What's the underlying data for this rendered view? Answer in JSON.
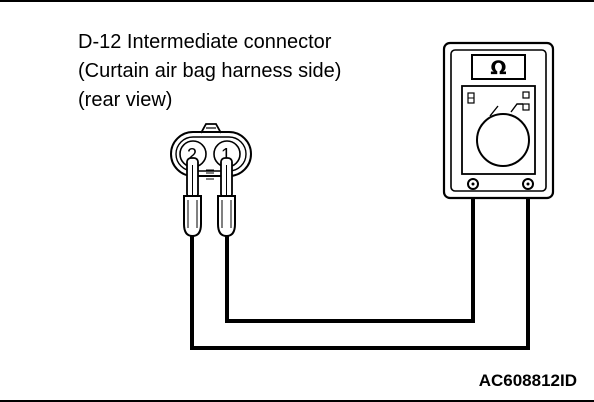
{
  "caption": {
    "line1": "D-12 Intermediate connector",
    "line2": "(Curtain air bag harness side)",
    "line3": "(rear view)"
  },
  "connector": {
    "pins": [
      "2",
      "1"
    ]
  },
  "meter": {
    "symbol": "Ω",
    "icon": "ohmmeter-icon"
  },
  "figure_code": "AC608812ID"
}
